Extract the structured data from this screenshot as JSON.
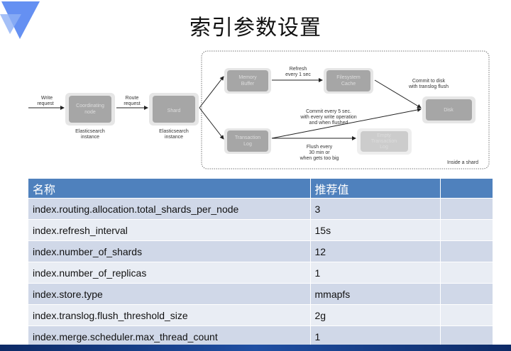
{
  "title": "索引参数设置",
  "diagram": {
    "write_request": [
      "Write",
      "request"
    ],
    "coordinating_node": [
      "Coordinating",
      "node"
    ],
    "route_request": [
      "Route",
      "request"
    ],
    "shard": "Shard",
    "es_instance": [
      "Elasticsearch",
      "instance"
    ],
    "memory_buffer": [
      "Memory",
      "Buffer"
    ],
    "refresh": [
      "Refresh",
      "every 1 sec"
    ],
    "filesystem_cache": [
      "Filesystem",
      "Cache"
    ],
    "commit_disk": [
      "Commit to disk",
      "with translog flush"
    ],
    "disk": "Disk",
    "commit_every": [
      "Commit every 5 sec.",
      "with every write operation",
      "and when flushed"
    ],
    "transaction_log": [
      "Transaction",
      "Log"
    ],
    "flush_every": [
      "Flush every",
      "30 min or",
      "when gets too big"
    ],
    "empty_log": [
      "Empty",
      "Transaction",
      "Log"
    ],
    "inside_shard": "Inside a shard"
  },
  "table": {
    "headers": [
      "名称",
      "推荐值",
      ""
    ],
    "rows": [
      [
        "index.routing.allocation.total_shards_per_node",
        "3"
      ],
      [
        "index.refresh_interval",
        "15s"
      ],
      [
        "index.number_of_shards",
        "12"
      ],
      [
        "index.number_of_replicas",
        "1"
      ],
      [
        "index.store.type",
        "mmapfs"
      ],
      [
        "index.translog.flush_threshold_size",
        "2g"
      ],
      [
        "index.merge.scheduler.max_thread_count",
        "1"
      ]
    ]
  },
  "colors": {
    "header": "#4f81bd",
    "row_odd": "#d0d8e8",
    "row_even": "#e9edf4"
  }
}
